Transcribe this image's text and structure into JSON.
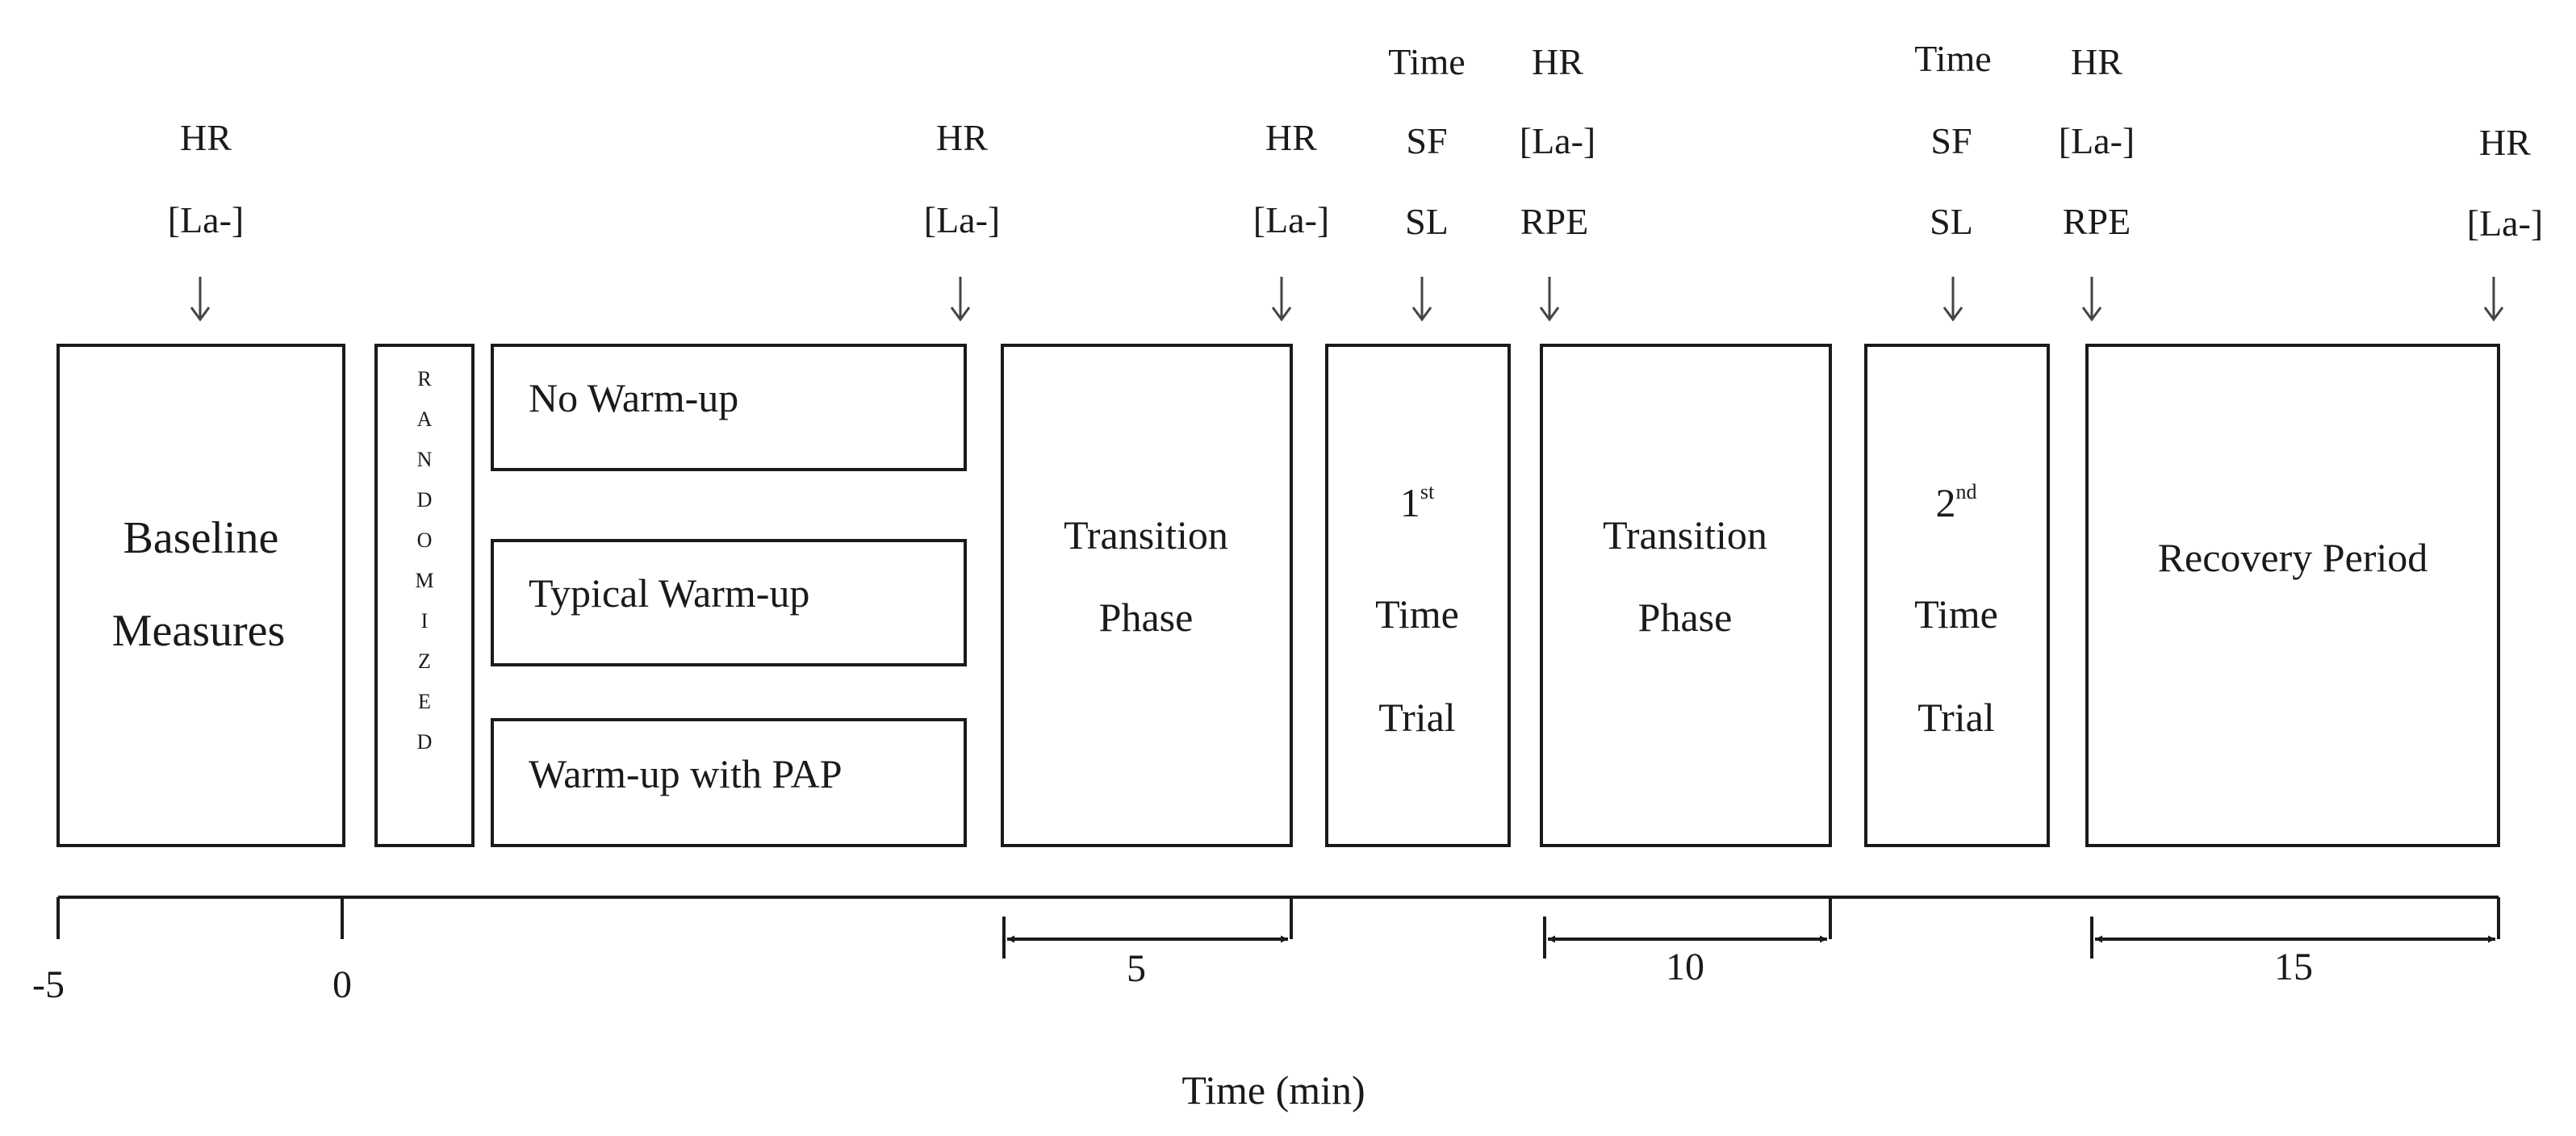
{
  "colors": {
    "stroke": "#1a1a1a",
    "arrow": "#444444",
    "background": "#ffffff"
  },
  "measure_columns": [
    {
      "id": "baseline",
      "labels": [
        "HR",
        "[La-]"
      ]
    },
    {
      "id": "after-warmup",
      "labels": [
        "HR",
        "[La-]"
      ]
    },
    {
      "id": "end-transition-1",
      "labels": [
        "HR",
        "[La-]"
      ]
    },
    {
      "id": "trial1-mid",
      "labels": [
        "Time",
        "SF",
        "SL"
      ]
    },
    {
      "id": "after-trial1",
      "labels": [
        "HR",
        "[La-]",
        "RPE"
      ]
    },
    {
      "id": "trial2-mid",
      "labels": [
        "Time",
        "SF",
        "SL"
      ]
    },
    {
      "id": "after-trial2",
      "labels": [
        "HR",
        "[La-]",
        "RPE"
      ]
    },
    {
      "id": "end-recovery",
      "labels": [
        "HR",
        "[La-]"
      ]
    }
  ],
  "boxes": {
    "baseline": [
      "Baseline",
      "Measures"
    ],
    "randomized": "RANDOMIZED",
    "warmups": [
      "No Warm-up",
      "Typical Warm-up",
      "Warm-up with PAP"
    ],
    "transition1": [
      "Transition",
      "Phase"
    ],
    "trial1": {
      "ordinal": "1",
      "suffix": "st",
      "lines": [
        "Time",
        "Trial"
      ]
    },
    "transition2": [
      "Transition",
      "Phase"
    ],
    "trial2": {
      "ordinal": "2",
      "suffix": "nd",
      "lines": [
        "Time",
        "Trial"
      ]
    },
    "recovery": "Recovery Period"
  },
  "timeline": {
    "ticks": [
      "-5",
      "0"
    ],
    "durations": [
      "5",
      "10",
      "15"
    ],
    "axis_label": "Time (min)"
  }
}
